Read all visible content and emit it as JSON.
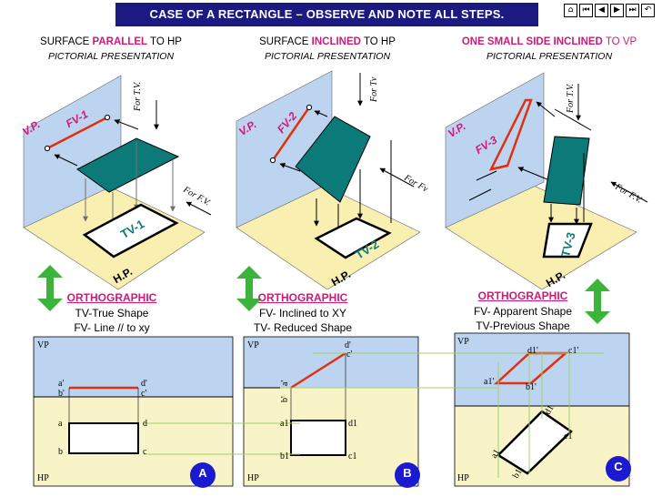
{
  "title": "CASE OF A RECTANGLE – OBSERVE AND NOTE ALL STEPS.",
  "nav": [
    "home-icon",
    "first-icon",
    "previous-icon",
    "next-icon",
    "last-icon",
    "return-icon"
  ],
  "colors": {
    "vp": "#bcd4f0",
    "hp": "#f8efb0",
    "hp_ortho": "#f8f4c8",
    "plane": "#0d7a7a",
    "red": "#e03010",
    "title_bg": "#1a1a80",
    "accent": "#cc1a7a",
    "arrow": "#3cb43c",
    "circle": "#1a1ad0",
    "guide": "#a0d070"
  },
  "panels": [
    {
      "heading_prefix": "SURFACE ",
      "heading_em": "PARALLEL",
      "heading_suffix": " TO HP",
      "subheading": "PICTORIAL PRESENTATION",
      "vp_label": "V.P.",
      "hp_label": "H.P.",
      "fv_tag": "FV-1",
      "tv_tag": "TV-1",
      "for_tv": "For T.V.",
      "for_fv": "For F.V.",
      "orth_title": "ORTHOGRAPHIC",
      "orth_line1": "TV-True Shape",
      "orth_line2": "FV- Line // to xy",
      "vp_text": "VP",
      "hp_text": "HP",
      "fv_left": [
        "a'",
        "b'"
      ],
      "fv_right": [
        "d'",
        "c'"
      ],
      "tv_points": [
        "a",
        "b",
        "d",
        "c"
      ],
      "badge": "A"
    },
    {
      "heading_prefix": "SURFACE ",
      "heading_em": "INCLINED",
      "heading_suffix": " TO HP",
      "subheading": "PICTORIAL PRESENTATION",
      "vp_label": "V.P.",
      "hp_label": "H.P.",
      "fv_tag": "FV-2",
      "tv_tag": "TV-2",
      "for_tv": "For Tv",
      "for_fv": "For Fv",
      "orth_title": "ORTHOGRAPHIC",
      "orth_line1": "FV- Inclined to XY",
      "orth_line2": "TV- Reduced Shape",
      "vp_text": "VP",
      "hp_text": "HP",
      "fv_left": [
        "a'",
        "b'"
      ],
      "fv_right": [
        "d'",
        "c'"
      ],
      "tv_points": [
        "a1",
        "b1",
        "d1",
        "c1"
      ],
      "badge": "B"
    },
    {
      "heading_em": "ONE SMALL SIDE INCLINED",
      "heading_suffix": " TO VP",
      "subheading": "PICTORIAL PRESENTATION",
      "vp_label": "V.P.",
      "hp_label": "H.P.",
      "fv_tag": "FV-3",
      "tv_tag": "TV-3",
      "for_tv": "For T.V.",
      "for_fv": "For F.V.",
      "orth_title": "ORTHOGRAPHIC",
      "orth_line1": "FV- Apparent Shape",
      "orth_line2": "TV-Previous Shape",
      "vp_text": "VP",
      "hp_text": "HP",
      "fv_points": [
        "a1'",
        "b1'",
        "d1'",
        "c1'"
      ],
      "tv_points": [
        "a1",
        "b1",
        "d1",
        "c1"
      ],
      "badge": "C"
    }
  ]
}
